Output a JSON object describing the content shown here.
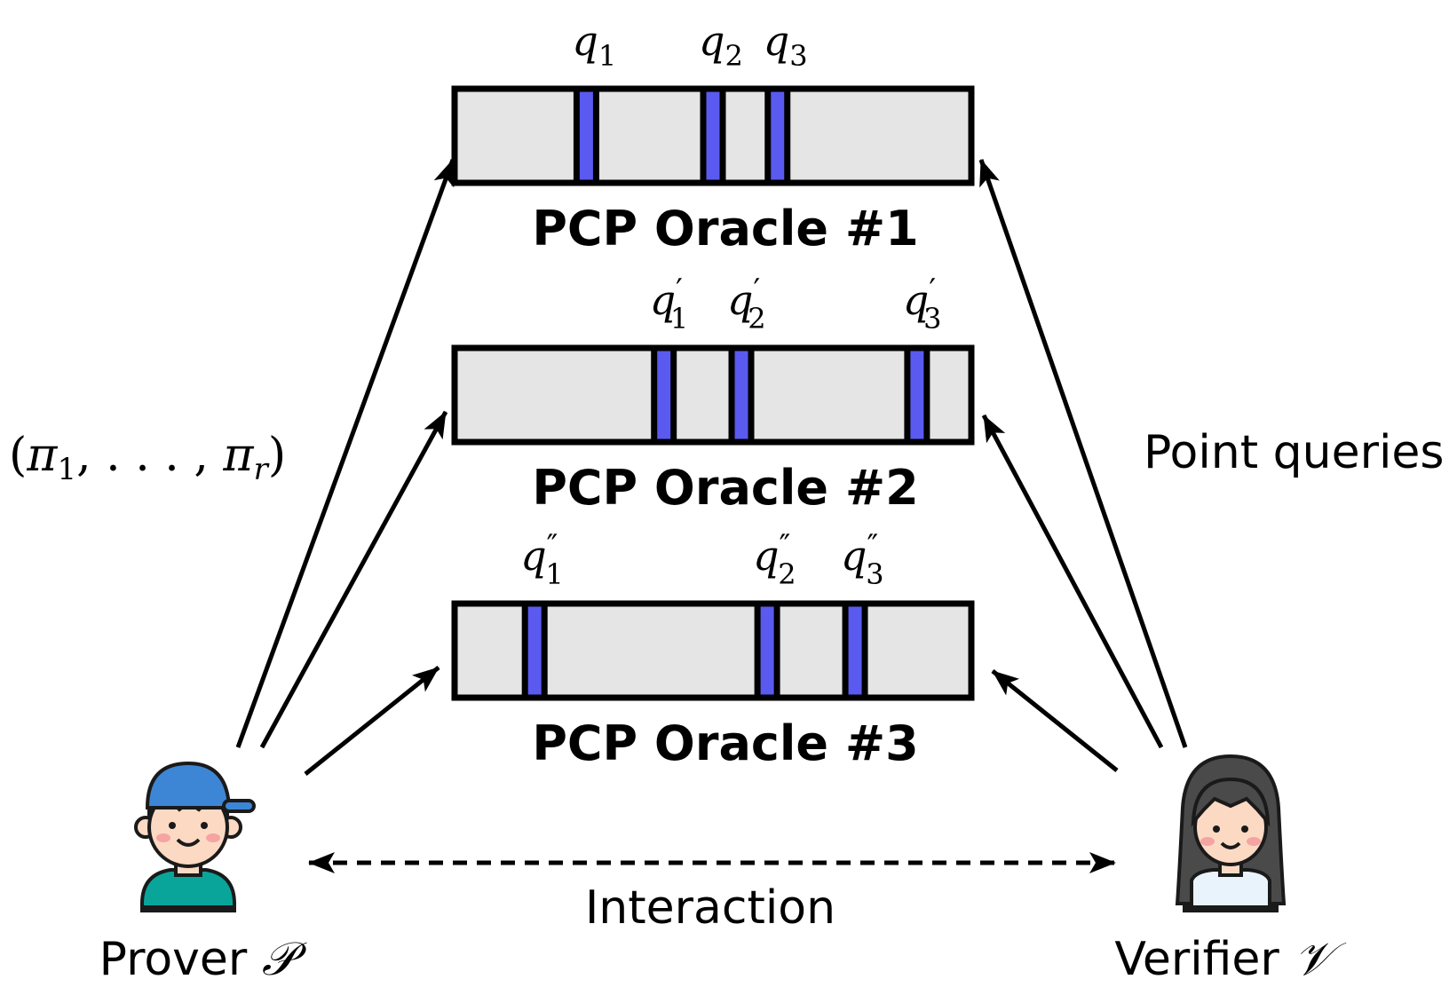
{
  "colors": {
    "oracle_fill": "#e5e5e5",
    "oracle_stroke": "#000000",
    "query_fill": "#5a5af0",
    "arrow": "#000000",
    "cap_blue": "#3d86d6",
    "skin": "#fcd9c3",
    "cheek": "#f5a3a3",
    "hair_brown": "#6b3b1e",
    "shirt_teal": "#0aa59a",
    "hair_dark": "#4a4a4a",
    "shirt_light": "#e8f3fb"
  },
  "oracles": [
    {
      "label": "PCP Oracle #1",
      "query_base": "q",
      "query_prime": "",
      "queries": [
        {
          "sub": "1",
          "position": 0.255
        },
        {
          "sub": "2",
          "position": 0.5
        },
        {
          "sub": "3",
          "position": 0.625
        }
      ]
    },
    {
      "label": "PCP Oracle #2",
      "query_base": "q",
      "query_prime": "′",
      "queries": [
        {
          "sub": "1",
          "position": 0.405
        },
        {
          "sub": "2",
          "position": 0.555
        },
        {
          "sub": "3",
          "position": 0.895
        }
      ]
    },
    {
      "label": "PCP Oracle #3",
      "query_base": "q",
      "query_prime": "″",
      "queries": [
        {
          "sub": "1",
          "position": 0.155
        },
        {
          "sub": "2",
          "position": 0.605
        },
        {
          "sub": "3",
          "position": 0.775
        }
      ]
    }
  ],
  "proofs_label": {
    "open": "(",
    "symbol": "π",
    "first_sub": "1",
    "separator": ", . . . , ",
    "last_sub": "r",
    "close": ")"
  },
  "queries_label": "Point queries",
  "interaction_label": "Interaction",
  "prover": {
    "label": "Prover",
    "symbol": "𝒫",
    "icon": "boy-with-cap-icon"
  },
  "verifier": {
    "label": "Verifier",
    "symbol": "𝒱",
    "icon": "girl-icon"
  }
}
